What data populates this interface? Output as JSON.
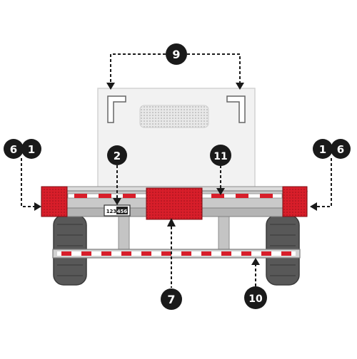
{
  "colors": {
    "reflective_red": "#d81e2a",
    "reflective_white": "#ffffff",
    "trailer_gray": "#b8b8b8",
    "frame_gray": "#c9c9c9",
    "truck_body": "#f2f2f2",
    "callout_circle": "#1a1a1a",
    "callout_text": "#ffffff",
    "leader_line": "#1a1a1a"
  },
  "callouts": {
    "c9": "9",
    "c6_left": "6",
    "c1_left": "1",
    "c1_right": "1",
    "c6_right": "6",
    "c2": "2",
    "c11": "11",
    "c7": "7",
    "c10": "10"
  },
  "license_plate": {
    "text_left": "123",
    "text_right": "456"
  }
}
